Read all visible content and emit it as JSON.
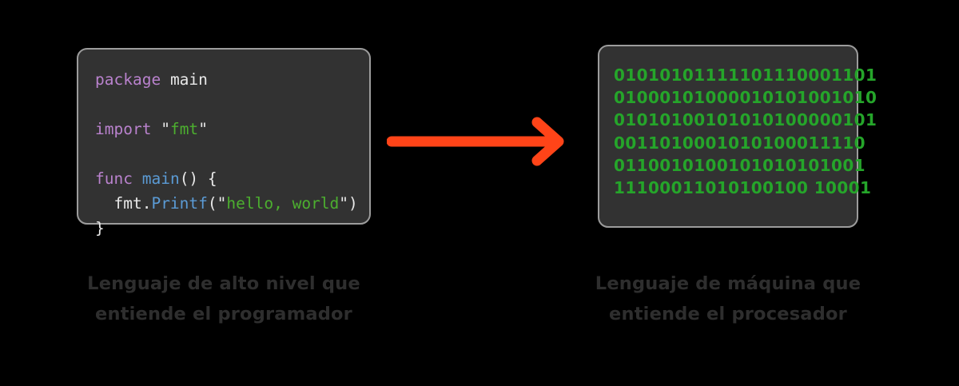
{
  "figure": {
    "background_color": "#000000",
    "arrow": {
      "icon": "arrow-right-icon",
      "color": "#FF4418",
      "direction": "right"
    }
  },
  "source_panel": {
    "card_background": "#323232",
    "card_border": "#9C9C9C",
    "language": "go",
    "code_lines": [
      {
        "id": "line-package",
        "tokens": [
          {
            "text": "package",
            "type": "keyword",
            "color": "#B982CD"
          },
          {
            "text": " ",
            "type": "plain",
            "color": "#E8E8E8"
          },
          {
            "text": "main",
            "type": "plain",
            "color": "#E8E8E8"
          }
        ]
      },
      {
        "id": "line-blank-1",
        "tokens": []
      },
      {
        "id": "line-import",
        "tokens": [
          {
            "text": "import",
            "type": "keyword",
            "color": "#B982CD"
          },
          {
            "text": " ",
            "type": "plain",
            "color": "#E8E8E8"
          },
          {
            "text": "\"",
            "type": "quote",
            "color": "#E8E8E8"
          },
          {
            "text": "fmt",
            "type": "string",
            "color": "#4CAF2F"
          },
          {
            "text": "\"",
            "type": "quote",
            "color": "#E8E8E8"
          }
        ]
      },
      {
        "id": "line-blank-2",
        "tokens": []
      },
      {
        "id": "line-func",
        "tokens": [
          {
            "text": "func",
            "type": "keyword",
            "color": "#B982CD"
          },
          {
            "text": " ",
            "type": "plain",
            "color": "#E8E8E8"
          },
          {
            "text": "main",
            "type": "function",
            "color": "#5B9BD5"
          },
          {
            "text": "() {",
            "type": "punct",
            "color": "#E8E8E8"
          }
        ]
      },
      {
        "id": "line-printf",
        "tokens": [
          {
            "text": "  fmt.",
            "type": "plain",
            "color": "#E8E8E8"
          },
          {
            "text": "Printf",
            "type": "function",
            "color": "#5B9BD5"
          },
          {
            "text": "(",
            "type": "punct",
            "color": "#E8E8E8"
          },
          {
            "text": "\"",
            "type": "quote",
            "color": "#E8E8E8"
          },
          {
            "text": "hello, world",
            "type": "string",
            "color": "#4CAF2F"
          },
          {
            "text": "\"",
            "type": "quote",
            "color": "#E8E8E8"
          },
          {
            "text": ")",
            "type": "punct",
            "color": "#E8E8E8"
          }
        ]
      },
      {
        "id": "line-close-brace",
        "tokens": [
          {
            "text": "}",
            "type": "punct",
            "color": "#E8E8E8"
          }
        ]
      }
    ],
    "caption": {
      "line1": "Lenguaje de alto nivel que",
      "line2": "entiende el programador",
      "color": "#2E2E2E"
    }
  },
  "machine_panel": {
    "card_background": "#323232",
    "card_border": "#9C9C9C",
    "text_color": "#25A52A",
    "binary_lines": [
      "01010101111101110001101",
      "01000101000010101001010",
      "01010100101010100000101",
      "0011010001010100011110",
      "0110010100101010101001",
      "11100011010100100 10001"
    ],
    "caption": {
      "line1": "Lenguaje de máquina que",
      "line2": "entiende el procesador",
      "color": "#2E2E2E"
    }
  }
}
